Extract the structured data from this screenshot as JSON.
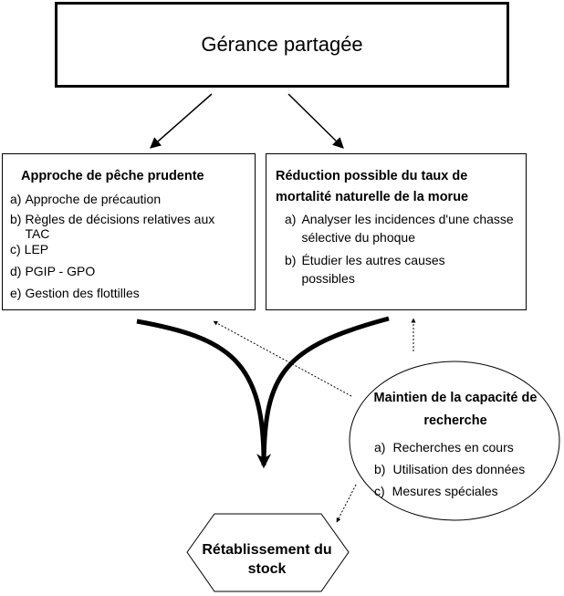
{
  "top": {
    "title": "Gérance partagée"
  },
  "left_box": {
    "title": "Approche de pêche prudente",
    "items": [
      {
        "letter": "a)",
        "text": "Approche de précaution"
      },
      {
        "letter": "b)",
        "text": "Règles de décisions relatives aux TAC"
      },
      {
        "letter": "c)",
        "text": "LEP"
      },
      {
        "letter": "d)",
        "text": "PGIP - GPO"
      },
      {
        "letter": "e)",
        "text": "Gestion des flottilles"
      }
    ]
  },
  "right_box": {
    "title": "Réduction possible du taux de mortalité naturelle de la morue",
    "items": [
      {
        "letter": "a)",
        "text": "Analyser les incidences d'une chasse sélective du phoque"
      },
      {
        "letter": "b)",
        "text": "Étudier les autres causes possibles"
      }
    ]
  },
  "ellipse": {
    "title": "Maintien de la capacité de recherche",
    "items": [
      {
        "letter": "a)",
        "text": "Recherches en cours"
      },
      {
        "letter": "b)",
        "text": "Utilisation des données"
      },
      {
        "letter": "c)",
        "text": "Mesures spéciales"
      }
    ]
  },
  "hexagon": {
    "title": "Rétablissement du stock"
  }
}
